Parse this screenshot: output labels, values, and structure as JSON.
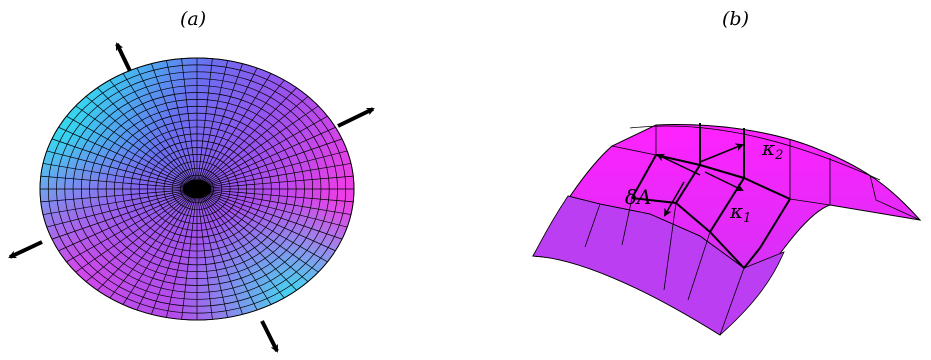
{
  "panels": [
    {
      "id": "a",
      "label": "(a)"
    },
    {
      "id": "b",
      "label": "(b)"
    }
  ],
  "annotations": {
    "area_element": "δA",
    "kappa_1": {
      "symbol": "κ",
      "sub": "1"
    },
    "kappa_2": {
      "symbol": "κ",
      "sub": "2"
    }
  },
  "colors": {
    "disk_cyan": "#2fe6f0",
    "disk_blue": "#6a78ec",
    "disk_magenta": "#ee3ee6",
    "sheet_top": "#ff1aff",
    "sheet_side": "#c040f4",
    "line": "#000000"
  },
  "icons": [
    "arrow-icon"
  ]
}
